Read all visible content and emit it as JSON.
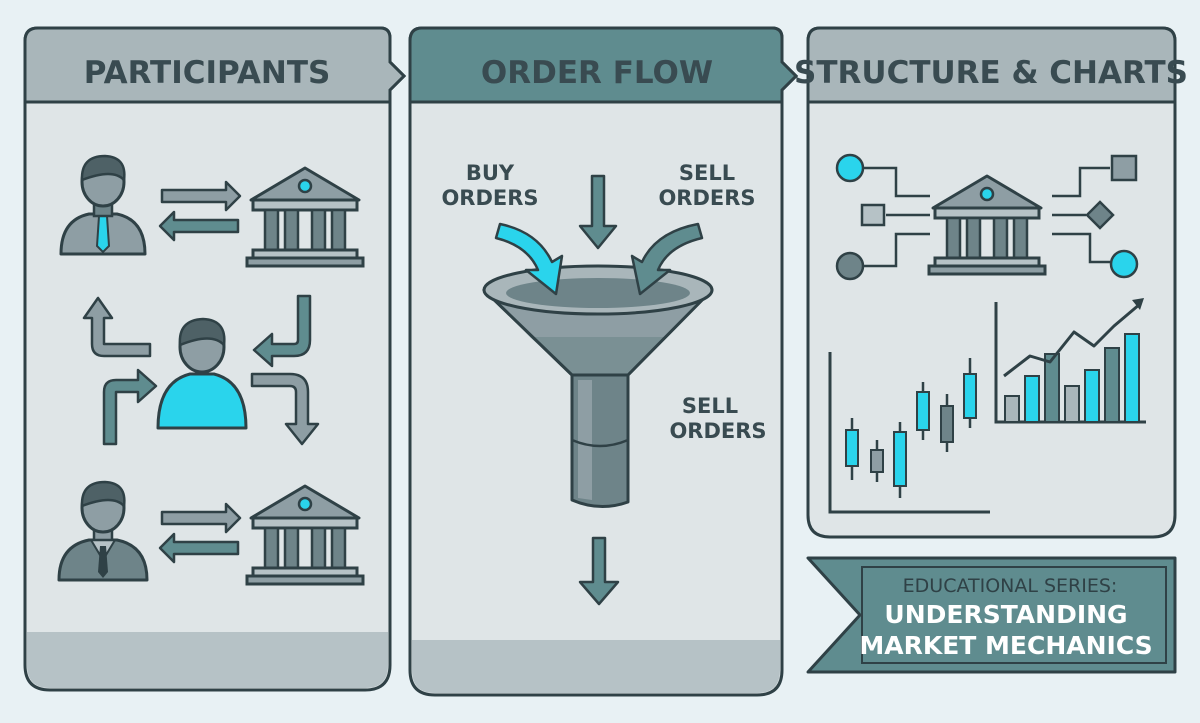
{
  "panels": {
    "participants": {
      "title": "PARTICIPANTS"
    },
    "order_flow": {
      "title": "ORDER FLOW",
      "buy_label": [
        "BUY",
        "ORDERS"
      ],
      "sell_label_top": [
        "SELL",
        "ORDERS"
      ],
      "sell_label_side": [
        "SELL",
        "ORDERS"
      ]
    },
    "structure": {
      "title": "STRUCTURE & CHARTS"
    }
  },
  "banner": {
    "line1": "EDUCATIONAL SERIES:",
    "line2": "UNDERSTANDING",
    "line3": "MARKET MECHANICS"
  },
  "colors": {
    "accent": "#2ad4ec",
    "teal": "#5f8c8f",
    "gray": "#8e9ea4",
    "dark": "#2f4146",
    "panel": "#dfe5e7"
  }
}
